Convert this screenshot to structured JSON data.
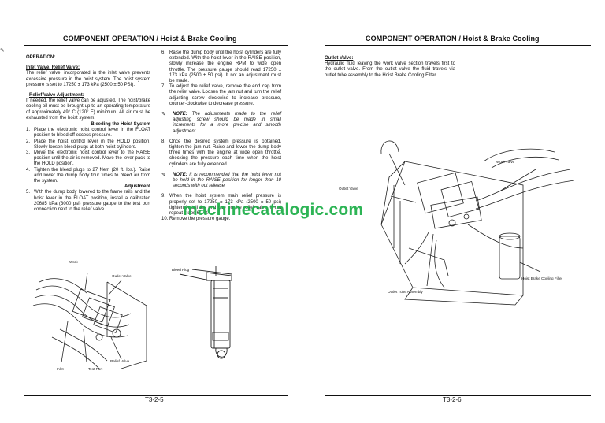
{
  "left_page": {
    "header": "COMPONENT OPERATION / Hoist & Brake Cooling",
    "operation_heading": "OPERATION:",
    "inlet_heading": "Inlet Valve, Relief Valve:",
    "inlet_text": "The relief valve, incorporated in the inlet valve prevents excessive pressure in the hoist system. The hoist system pressure is set to 17250 ± 173 kPa (2500 ± 50 PSI).",
    "adjust_heading": "Relief Valve Adjustment:",
    "adjust_text": "If needed, the relief valve can be adjusted. The hoist/brake cooling oil must be brought up to an operating temperature of approximately 49° C (120° F) minimum. All air must be exhausted from the hoist system.",
    "bleeding_heading": "Bleeding the Hoist System",
    "bleeding_steps": [
      {
        "n": "1.",
        "text": "Place the electronic hoist control lever in the FLOAT position to bleed off excess pressure."
      },
      {
        "n": "2.",
        "text": "Place the hoist control lever in the HOLD position. Slowly loosen bleed plugs at both hoist cylinders."
      },
      {
        "n": "3.",
        "text": "Move the electronic hoist control lever to the RAISE position until the air is removed. Move the lever pack to the HOLD position."
      },
      {
        "n": "4.",
        "text": "Tighten the bleed plugs to 27 Nem (20 ft. lbs.). Raise and lower the dump body four times to bleed air from the system."
      }
    ],
    "adjustment_heading": "Adjustment",
    "adjustment_steps": [
      {
        "n": "5.",
        "text": "With the dump body lowered to the frame rails and the hoist lever in the FLOAT position, install a calibrated 20685 kPa (3000 psi) pressure gauge to the test port connection next to the relief valve."
      }
    ],
    "right_steps_a": [
      {
        "n": "6.",
        "text": "Raise the dump body until the hoist cylinders are fully extended. With the hoist lever in the RAISE position, slowly increase the engine RPM to wide open throttle. The pressure gauge should read 17250 ± 173 kPa (2500 ± 50 psi). If not an adjustment must be made."
      },
      {
        "n": "7.",
        "text": "To adjust the relief valve, remove the end cap from the relief valve. Loosen the jam nut and turn the relief adjusting screw clockwise to increase pressure, counter-clockwise to decrease pressure."
      }
    ],
    "note1_label": "NOTE:",
    "note1_text": "The adjustments made to the relief adjusting screw should be made in small increments for a more precise and smooth adjustment.",
    "right_steps_b": [
      {
        "n": "8.",
        "text": "Once the desired system pressure is obtained, tighten the jam nut. Raise and lower the dump body three times with the engine at wide open throttle, checking the pressure each time when the hoist cylinders are fully extended."
      }
    ],
    "note2_label": "NOTE:",
    "note2_text": "It is recommended that the hoist lever not be held in the RAISE position for longer than 10 seconds with out release.",
    "right_steps_c": [
      {
        "n": "9.",
        "text": "When the hoist system main relief pressure is properly set to 17250 ± 173 kPa (2500 ± 50 psi) tighten install the end cap on the relief valve, if not repeat steps 6 – 8."
      },
      {
        "n": "10.",
        "text": "Remove the pressure gauge."
      }
    ],
    "figure1_labels": {
      "work": "Work",
      "outlet_valve": "Outlet Valve",
      "relief_valve": "Relief Valve",
      "inlet": "Inlet",
      "test_port": "Test Port"
    },
    "figure2_labels": {
      "bleed_plug": "Bleed Plug"
    },
    "page_number": "T3-2-5"
  },
  "right_page": {
    "header": "COMPONENT OPERATION / Hoist & Brake Cooling",
    "outlet_heading": "Outlet Valve:",
    "outlet_text": "Hydraulic fluid leaving the work valve section travels first to the outlet valve. From the outlet valve the fluid travels via outlet tube assembly to the Hoist Brake Cooling Filter.",
    "figure_labels": {
      "work_valve": "Work Valve",
      "outlet_valve": "Outlet Valve",
      "filter": "Hoist Brake Cooling Filter",
      "outlet_tube": "Outlet Tube Assembly"
    },
    "page_number": "T3-2-6"
  },
  "watermark": "machinecatalogic.com",
  "colors": {
    "watermark": "#22b14c",
    "rule": "#111111"
  }
}
